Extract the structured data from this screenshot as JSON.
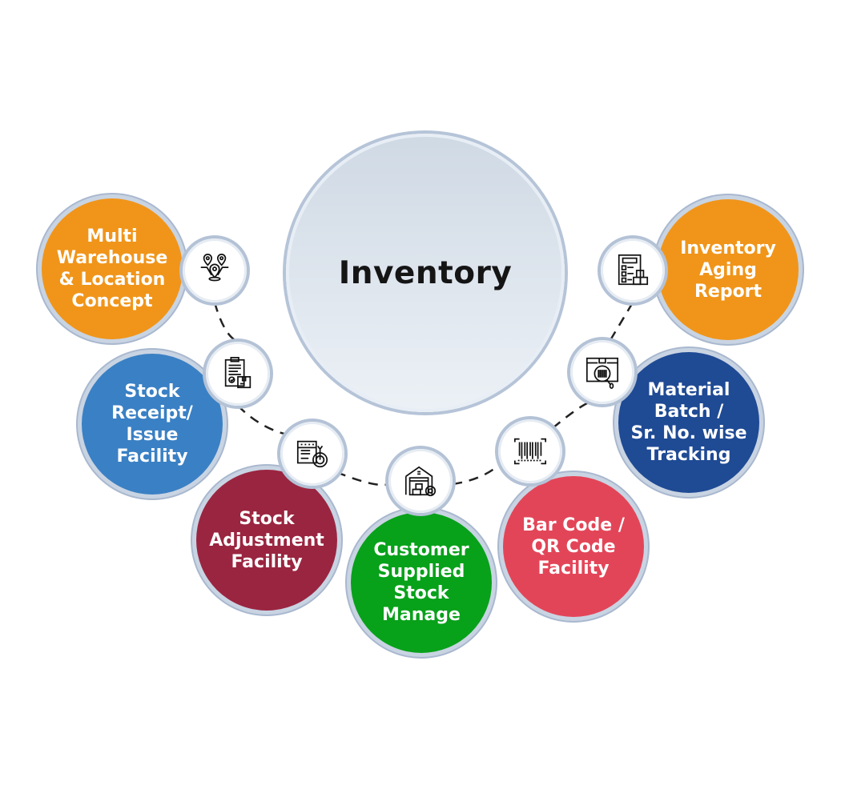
{
  "hub": {
    "title": "Inventory",
    "color": "#d7e0ea"
  },
  "features": [
    {
      "id": "multi-warehouse",
      "label": "Multi\nWarehouse\n& Location\nConcept",
      "color": "#f0951a",
      "icon": "location-pins-icon"
    },
    {
      "id": "stock-receipt",
      "label": "Stock\nReceipt/\nIssue\nFacility",
      "color": "#3a80c4",
      "icon": "clipboard-box-icon"
    },
    {
      "id": "stock-adjustment",
      "label": "Stock\nAdjustment\nFacility",
      "color": "#9a2540",
      "icon": "settings-wrench-icon"
    },
    {
      "id": "customer-supplied",
      "label": "Customer\nSupplied\nStock\nManage",
      "color": "#08a11a",
      "icon": "warehouse-gear-icon"
    },
    {
      "id": "bar-code",
      "label": "Bar Code /\nQR Code\nFacility",
      "color": "#e34558",
      "icon": "barcode-scan-icon"
    },
    {
      "id": "material-batch",
      "label": "Material\nBatch /\nSr. No. wise\nTracking",
      "color": "#1f4a94",
      "icon": "barcode-magnifier-icon"
    },
    {
      "id": "inventory-aging",
      "label": "Inventory\nAging\nReport",
      "color": "#f0951a",
      "icon": "checklist-boxes-icon"
    }
  ]
}
